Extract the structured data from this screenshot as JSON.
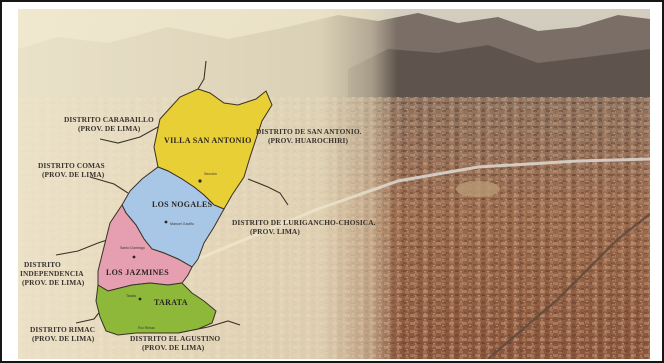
{
  "zones": {
    "villa_san_antonio": {
      "label": "VILLA SAN ANTONIO",
      "color": "#e8cf35"
    },
    "los_nogales": {
      "label": "LOS NOGALES",
      "color": "#a8c7e6"
    },
    "los_jazmines": {
      "label": "LOS JAZMINES",
      "color": "#e59fb0"
    },
    "tarata": {
      "label": "TARATA",
      "color": "#8db83a"
    }
  },
  "small_labels": {
    "vsa_point": "Sección",
    "nogales_point": "Manuel Gaviño",
    "jazmines_point": "Santo Domingo",
    "tarata_point": "Tarata"
  },
  "neighbors": {
    "carabayllo": {
      "line1": "DISTRITO CARABAILLO",
      "line2": "(PROV. DE LIMA)"
    },
    "san_antonio": {
      "line1": "DISTRITO DE SAN ANTONIO.",
      "line2": "(PROV. HUAROCHIRI)"
    },
    "comas": {
      "line1": "DISTRITO COMAS",
      "line2": "(PROV. DE LIMA)"
    },
    "lurigancho": {
      "line1": "DISTRITO DE LURIGANCHO-CHOSICA.",
      "line2": "(PROV. LIMA)"
    },
    "independencia": {
      "line1": "DISTRITO",
      "line2": "INDEPENDENCIA",
      "line3": "(PROV. DE LIMA)"
    },
    "rimac": {
      "line1": "DISTRITO RIMAC",
      "line2": "(PROV. DE LIMA)"
    },
    "agustino": {
      "line1": "DISTRITO EL AGUSTINO",
      "line2": "(PROV. DE LIMA)",
      "tiny": "Río Rímac"
    }
  },
  "colors": {
    "fade_overlay": "#f1e9cf",
    "border_lines": "#3a3226",
    "sky": "#c9c3b4",
    "mountains": "#6d625a",
    "city": "#9a6b4f"
  }
}
